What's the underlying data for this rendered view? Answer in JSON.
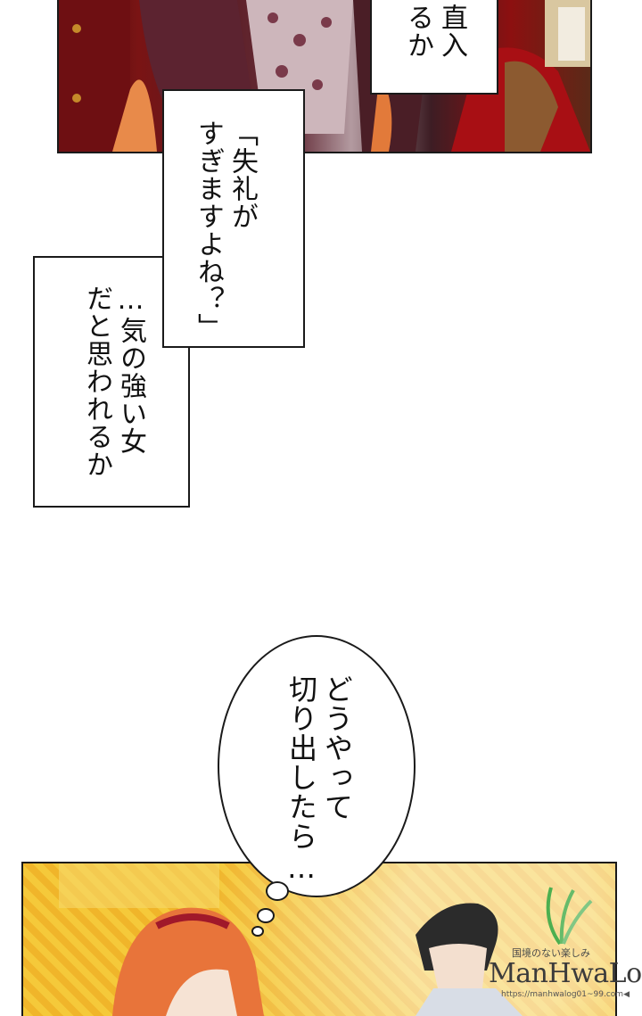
{
  "captions": {
    "top_box": [
      "直入",
      "るか"
    ],
    "middle_box": [
      "「失礼が",
      "すぎますよね？」"
    ],
    "lower_box": [
      "…気の強い女",
      "だと思われるか"
    ]
  },
  "speech_bubble": [
    "どうやって",
    "切り出したら…"
  ],
  "watermark": {
    "tagline": "国境のない楽しみ",
    "brand": "ManHwaLog",
    "url": "https://manhwalog01~99.com◀"
  },
  "colors": {
    "panel_border": "#1a1a1a",
    "top_panel_red": "#8c1010",
    "bottom_panel_gold": "#f5c93a",
    "hair_orange": "#e8743a"
  }
}
